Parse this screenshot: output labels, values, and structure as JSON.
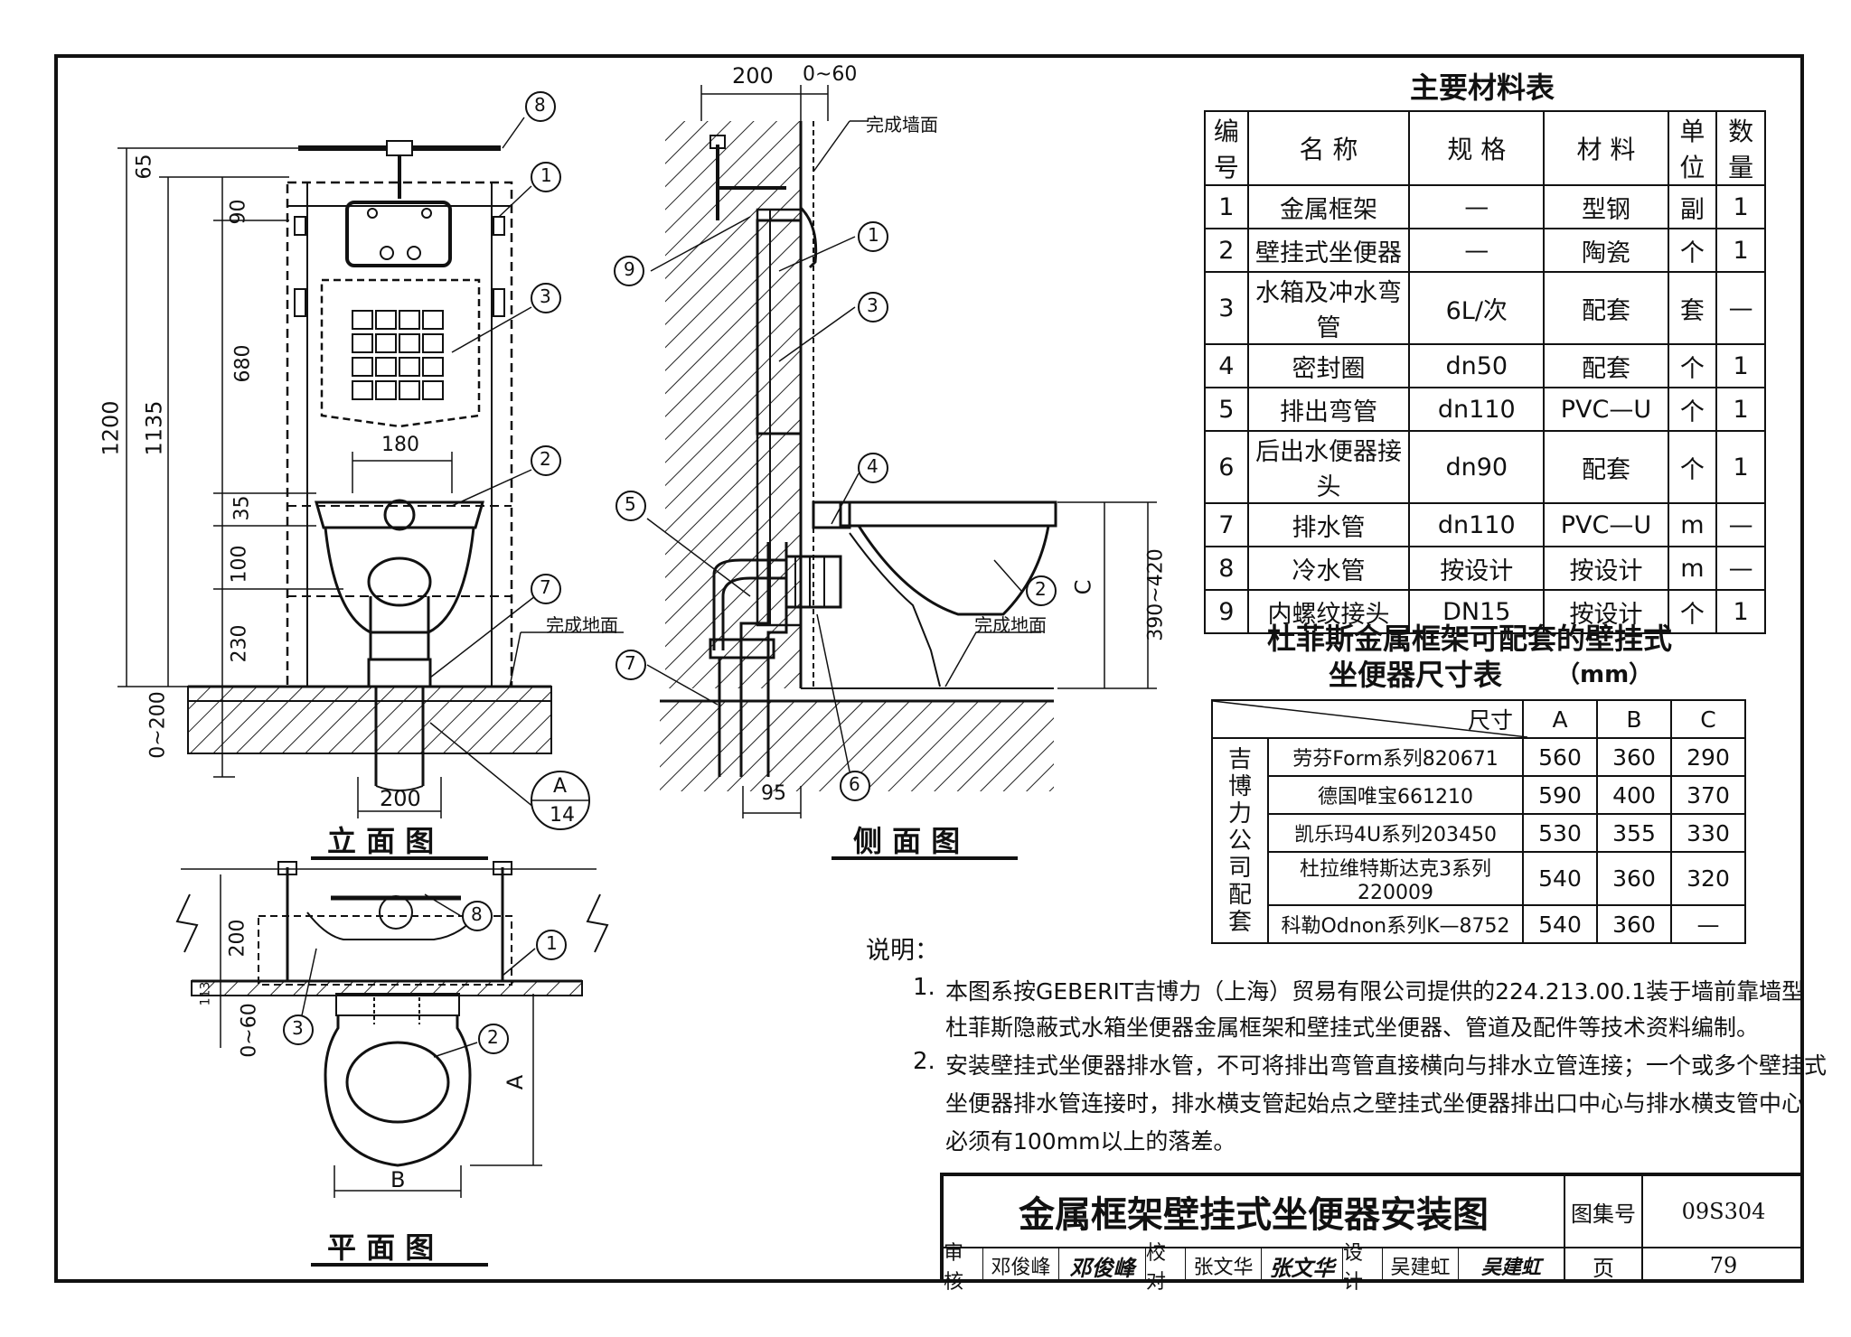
{
  "elevation": {
    "title": "立 面 图",
    "dims_left": [
      "65",
      "90",
      "680",
      "35",
      "100",
      "230",
      "0~200"
    ],
    "dim_total_outer": "1200",
    "dim_total_inner": "1135",
    "dim_180": "180",
    "dim_200": "200",
    "floor_label": "完成地面",
    "detail_ref_top": "A",
    "detail_ref_bottom": "14",
    "callouts": [
      "8",
      "1",
      "3",
      "2",
      "7"
    ]
  },
  "side": {
    "title": "侧 面 图",
    "dim_200": "200",
    "dim_060": "0~60",
    "wall_label": "完成墙面",
    "floor_label": "完成地面",
    "dim_95": "95",
    "dim_c": "C",
    "dim_height": "390~420",
    "callouts": [
      "9",
      "1",
      "3",
      "4",
      "5",
      "2",
      "7",
      "6"
    ]
  },
  "plan": {
    "title": "平 面 图",
    "dim_200": "200",
    "dim_060": "0~60",
    "dim_a": "A",
    "dim_b": "B",
    "dim_113": "113",
    "callouts": [
      "8",
      "1",
      "3",
      "2"
    ]
  },
  "materials": {
    "title": "主要材料表",
    "headers": [
      "编号",
      "名 称",
      "规 格",
      "材 料",
      "单位",
      "数量"
    ],
    "rows": [
      [
        "1",
        "金属框架",
        "—",
        "型钢",
        "副",
        "1"
      ],
      [
        "2",
        "壁挂式坐便器",
        "—",
        "陶瓷",
        "个",
        "1"
      ],
      [
        "3",
        "水箱及冲水弯管",
        "6L/次",
        "配套",
        "套",
        "—"
      ],
      [
        "4",
        "密封圈",
        "dn50",
        "配套",
        "个",
        "1"
      ],
      [
        "5",
        "排出弯管",
        "dn110",
        "PVC—U",
        "个",
        "1"
      ],
      [
        "6",
        "后出水便器接头",
        "dn90",
        "配套",
        "个",
        "1"
      ],
      [
        "7",
        "排水管",
        "dn110",
        "PVC—U",
        "m",
        "—"
      ],
      [
        "8",
        "冷水管",
        "按设计",
        "按设计",
        "m",
        "—"
      ],
      [
        "9",
        "内螺纹接头",
        "DN15",
        "按设计",
        "个",
        "1"
      ]
    ]
  },
  "sizes": {
    "title_line1": "杜菲斯金属框架可配套的壁挂式",
    "title_line2": "坐便器尺寸表",
    "unit": "（mm）",
    "header_corner": "尺寸",
    "cols": [
      "A",
      "B",
      "C"
    ],
    "group_label": "吉博力公司配套",
    "rows": [
      [
        "劳芬Form系列820671",
        "560",
        "360",
        "290"
      ],
      [
        "德国唯宝661210",
        "590",
        "400",
        "370"
      ],
      [
        "凯乐玛4U系列203450",
        "530",
        "355",
        "330"
      ],
      [
        "杜拉维特斯达克3系列220009",
        "540",
        "360",
        "320"
      ],
      [
        "科勒Odnon系列K—8752",
        "540",
        "360",
        "—"
      ]
    ]
  },
  "notes": {
    "heading": "说明：",
    "items": [
      [
        "1.",
        "本图系按GEBERIT吉博力（上海）贸易有限公司提供的224.213.00.1装于墙前靠墙型",
        "杜菲斯隐蔽式水箱坐便器金属框架和壁挂式坐便器、管道及配件等技术资料编制。"
      ],
      [
        "2.",
        "安装壁挂式坐便器排水管，不可将排出弯管直接横向与排水立管连接；一个或多个壁挂式",
        "坐便器排水管连接时，排水横支管起始点之壁挂式坐便器排出口中心与排水横支管中心",
        "必须有100mm以上的落差。"
      ]
    ]
  },
  "titleblock": {
    "title": "金属框架壁挂式坐便器安装图",
    "atlas_label": "图集号",
    "atlas_no": "09S304",
    "review_label": "审核",
    "review_name": "邓俊峰",
    "review_sign": "邓俊峰",
    "check_label": "校对",
    "check_name": "张文华",
    "check_sign": "张文华",
    "design_label": "设计",
    "design_name": "吴建虹",
    "design_sign": "吴建虹",
    "page_label": "页",
    "page_no": "79"
  }
}
